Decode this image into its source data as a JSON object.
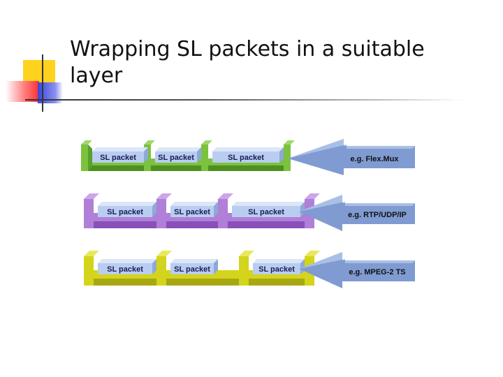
{
  "slide": {
    "title": "Wrapping SL packets in a suitable layer"
  },
  "colors": {
    "accent_yellow": "#ffd21e",
    "accent_red": "#ff3030",
    "accent_blue": "#3a46d8",
    "row_green": "#7bc23f",
    "row_purple": "#b07fd8",
    "row_yellow": "#d4d41c",
    "packet_blue": "#b9cdf0",
    "arrow_blue": "#7f9bd1"
  },
  "rows": [
    {
      "name": "flexmux",
      "color": "green",
      "packets": [
        "SL packet",
        "SL packet",
        "SL packet"
      ],
      "tag": "e.g. Flex.Mux"
    },
    {
      "name": "rtp",
      "color": "purple",
      "packets": [
        "SL packet",
        "SL packet",
        "SL packet"
      ],
      "tag": "e.g. RTP/UDP/IP"
    },
    {
      "name": "mpeg2ts",
      "color": "yellow",
      "packets": [
        "SL packet",
        "SL packet",
        "SL packet"
      ],
      "tag": "e.g. MPEG-2 TS"
    }
  ]
}
